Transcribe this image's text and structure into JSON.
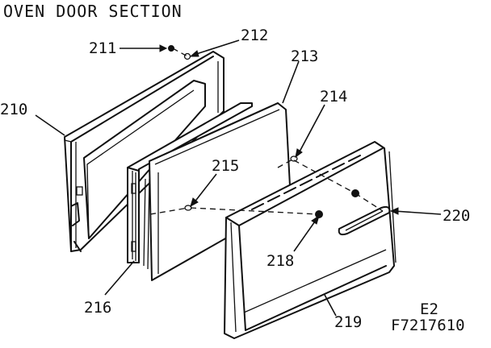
{
  "title": "OVEN DOOR SECTION",
  "labels": {
    "p210": "210",
    "p211": "211",
    "p212": "212",
    "p213": "213",
    "p214": "214",
    "p215": "215",
    "p216": "216",
    "p218": "218",
    "p219": "219",
    "p220": "220"
  },
  "code_e2": "E2",
  "code_model": "F7217610"
}
